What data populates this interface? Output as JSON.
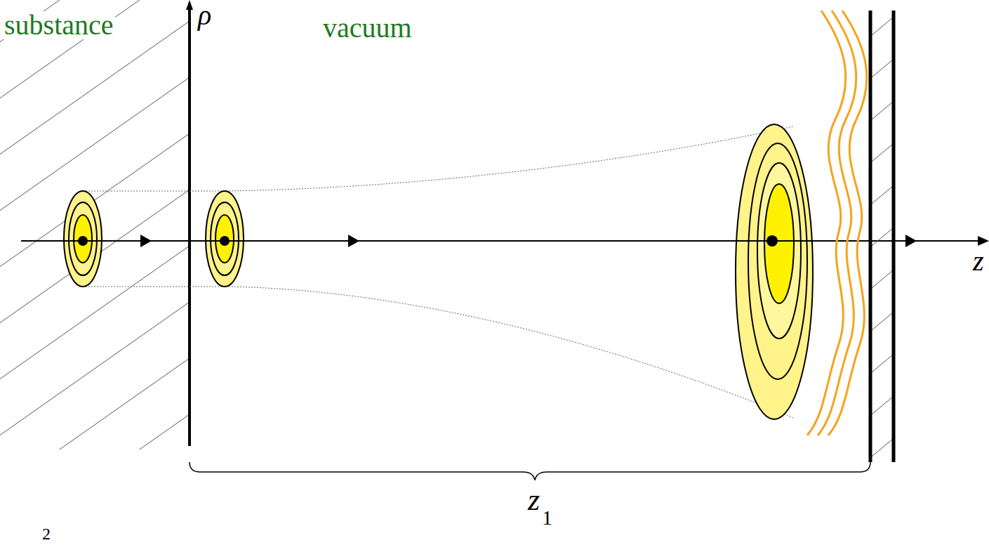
{
  "diagram": {
    "labels": [
      "substance",
      "vacuum",
      "ρ",
      "z",
      "z",
      "1",
      "2"
    ]
  }
}
